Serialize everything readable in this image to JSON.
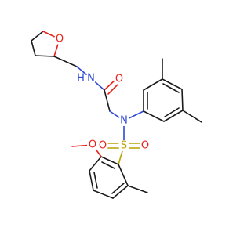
{
  "atoms": {
    "o_ring": "O",
    "nh": "N",
    "h": "H",
    "o_carbonyl": "O",
    "n_sulfonamide": "N",
    "s": "S",
    "o_sulfonyl_left": "O",
    "o_sulfonyl_right": "O",
    "o_methoxy": "O"
  },
  "colors": {
    "oxygen": "#e8201a",
    "nitrogen": "#2e47d4",
    "sulfur": "#b8a200",
    "carbon": "#1a1a1a"
  }
}
